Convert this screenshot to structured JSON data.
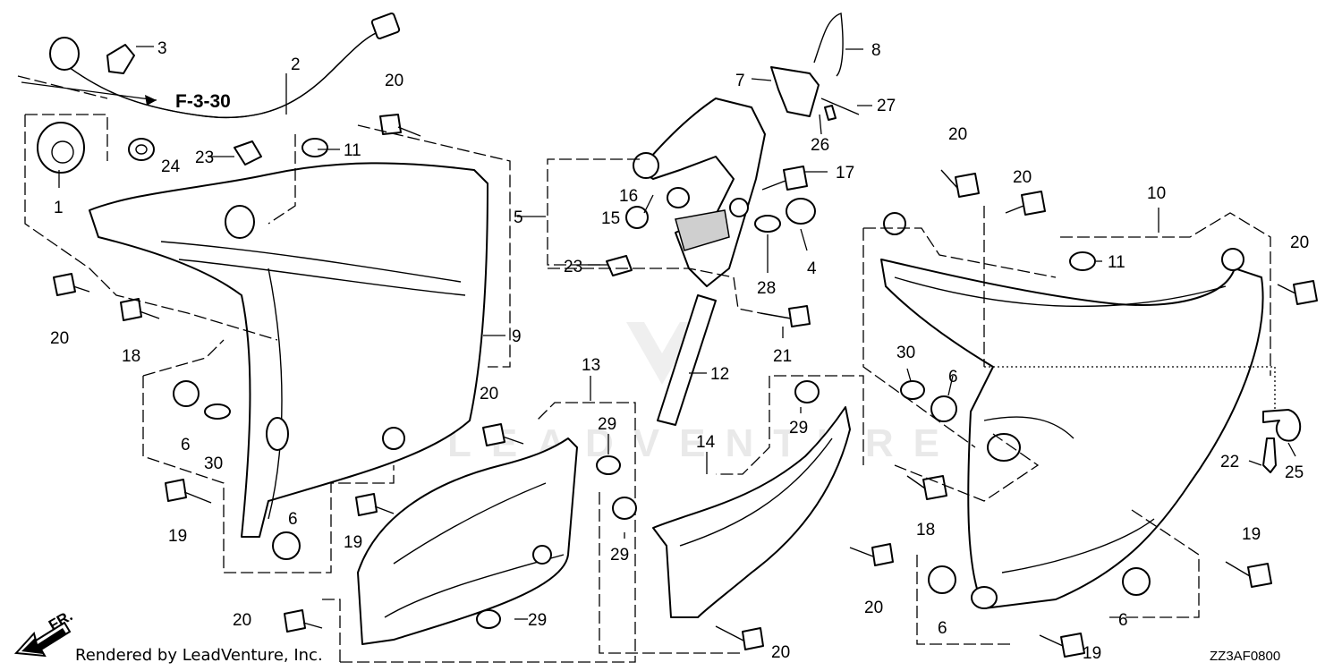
{
  "diagram": {
    "reference": "F-3-30",
    "credit": "Rendered by LeadVenture, Inc.",
    "diagram_code": "ZZ3AF0800",
    "direction": "FR.",
    "watermark": "LEADVENTURE",
    "callouts": [
      "1",
      "2",
      "3",
      "4",
      "5",
      "6",
      "7",
      "8",
      "9",
      "10",
      "11",
      "12",
      "13",
      "14",
      "15",
      "16",
      "17",
      "18",
      "19",
      "20",
      "21",
      "22",
      "23",
      "24",
      "25",
      "26",
      "27",
      "28",
      "29",
      "30"
    ]
  }
}
